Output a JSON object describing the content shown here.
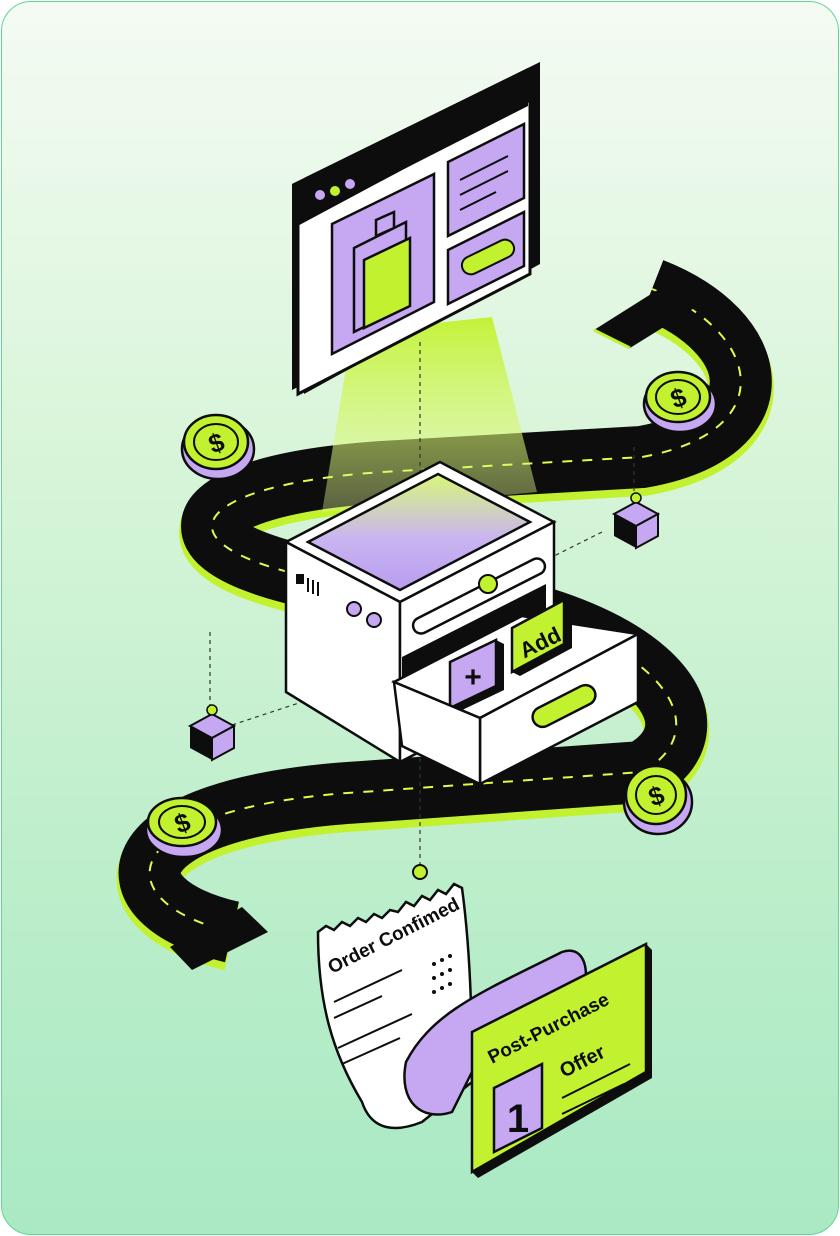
{
  "receipt": {
    "title": "Order Confimed"
  },
  "offer_card": {
    "title": "Post-Purchase",
    "number": "1",
    "label": "Offer"
  },
  "drawer": {
    "add_label": "Add",
    "plus_label": "+"
  },
  "coin": {
    "symbol": "$"
  },
  "colors": {
    "lime": "#c2f22f",
    "lavender": "#c5a7f2",
    "ink": "#111111",
    "road": "#0d0d0d",
    "background_top": "#f4fbf3",
    "background_bottom": "#a9e9c4"
  },
  "icons": [
    "dollar-coin-icon",
    "battery-icon",
    "cube-icon",
    "browser-window-icon"
  ]
}
